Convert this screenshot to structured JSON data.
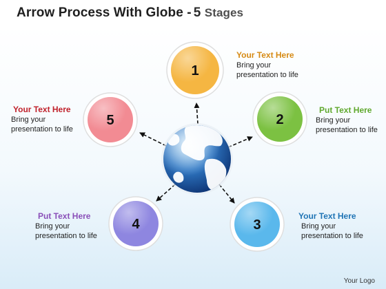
{
  "title": {
    "main": "Arrow Process With Globe -",
    "number": "5",
    "suffix": "Stages"
  },
  "stages": [
    {
      "number": "1",
      "heading": "Your Text Here",
      "body1": "Bring your",
      "body2": "presentation to life",
      "color": "#f5b642",
      "head_color": "#d68a14"
    },
    {
      "number": "2",
      "heading": "Put Text Here",
      "body1": "Bring your",
      "body2": "presentation to life",
      "color": "#7cc142",
      "head_color": "#5fa82d"
    },
    {
      "number": "3",
      "heading": "Your Text Here",
      "body1": "Bring your",
      "body2": "presentation to life",
      "color": "#5ab8ec",
      "head_color": "#1f74b5"
    },
    {
      "number": "4",
      "heading": "Put Text Here",
      "body1": "Bring your",
      "body2": "presentation to life",
      "color": "#8e86e0",
      "head_color": "#8a4fb8"
    },
    {
      "number": "5",
      "heading": "Your Text Here",
      "body1": "Bring your",
      "body2": "presentation to life",
      "color": "#f28b93",
      "head_color": "#c0212b"
    }
  ],
  "logo": "Your Logo",
  "icons": {
    "center": "globe-icon",
    "connector": "dashed-arrow-icon"
  }
}
